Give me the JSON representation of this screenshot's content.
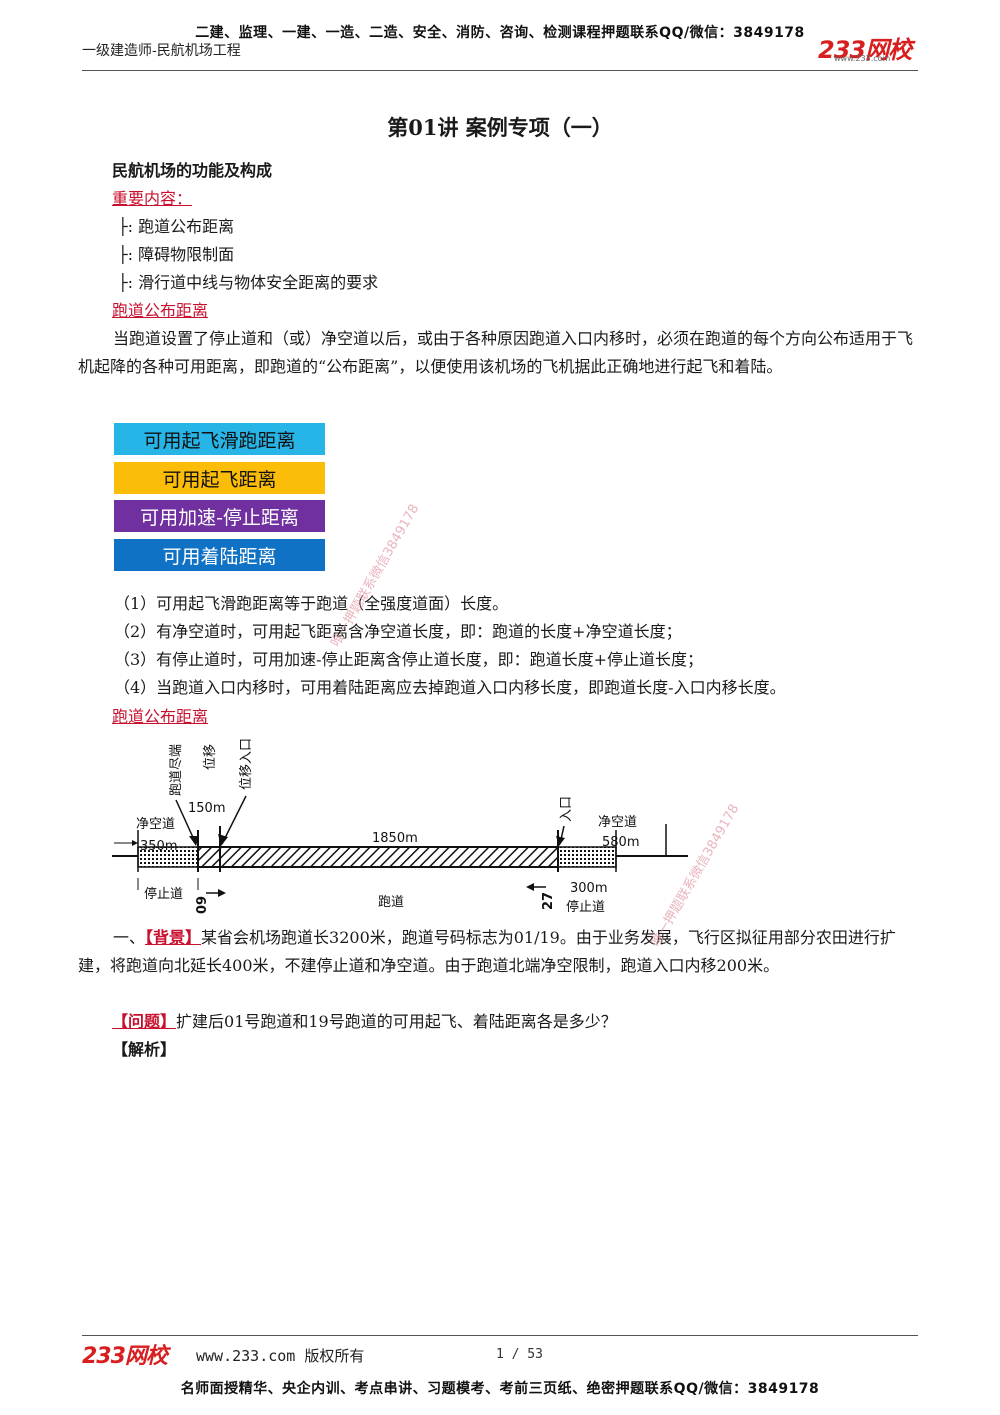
{
  "header": {
    "banner": "二建、监理、一建、一造、二造、安全、消防、咨询、检测课程押题联系QQ/微信：3849178",
    "subject": "一级建造师-民航机场工程",
    "logo_text": "233网校",
    "logo_url": "www.233.com"
  },
  "lecture_title": "第01讲 案例专项（一）",
  "section_heading": "民航机场的功能及构成",
  "key_label": "重要内容：",
  "bullets": [
    {
      "marker": "├:",
      "text": "跑道公布距离"
    },
    {
      "marker": "├:",
      "text": "障碍物限制面"
    },
    {
      "marker": "├:",
      "text": "滑行道中线与物体安全距离的要求"
    }
  ],
  "subheading1": "跑道公布距离",
  "intro_paragraph": "当跑道设置了停止道和（或）净空道以后，或由于各种原因跑道入口内移时，必须在跑道的每个方向公布适用于飞机起降的各种可用距离，即跑道的“公布距离”，以便使用该机场的飞机据此正确地进行起飞和着陆。",
  "distance_bars": [
    {
      "label": "可用起飞滑跑距离",
      "color": "#27b4e7"
    },
    {
      "label": "可用起飞距离",
      "color": "#fbbd08"
    },
    {
      "label": "可用加速-停止距离",
      "color": "#7030a0"
    },
    {
      "label": "可用着陆距离",
      "color": "#0f72c4"
    }
  ],
  "definitions": [
    "（1）可用起飞滑跑距离等于跑道（全强度道面）长度。",
    "（2）有净空道时，可用起飞距离含净空道长度，即：跑道的长度+净空道长度；",
    "（3）有停止道时，可用加速-停止距离含停止道长度，即：跑道长度+停止道长度；",
    "（4）当跑道入口内移时，可用着陆距离应去掉跑道入口内移长度，即跑道长度-入口内移长度。"
  ],
  "subheading2": "跑道公布距离",
  "diagram": {
    "label_runway_end": "跑道尽端",
    "label_displacement": "位移",
    "label_displaced_threshold": "位移入口",
    "label_150": "150m",
    "label_clearway_left": "净空道",
    "label_350": "350m",
    "label_1850": "1850m",
    "label_threshold": "入口",
    "label_clearway_right": "净空道",
    "label_580": "580m",
    "label_stopway_left": "停止道",
    "label_60": "60",
    "label_runway": "跑道",
    "label_27": "27",
    "label_300": "300m",
    "label_stopway_right": "停止道"
  },
  "case": {
    "prefix": "一、",
    "bg_tag": "【背景】",
    "bg_text": "某省会机场跑道长3200米，跑道号码标志为01/19。由于业务发展，飞行区拟征用部分农田进行扩建，将跑道向北延长400米，不建停止道和净空道。由于跑道北端净空限制，跑道入口内移200米。",
    "q_tag": "【问题】",
    "q_text": "扩建后01号跑道和19号跑道的可用起飞、着陆距离各是多少？",
    "analysis_tag": "【解析】"
  },
  "watermark": "唯一押题联系微信3849178",
  "footer": {
    "logo_text": "233网校",
    "site": "www.233.com 版权所有",
    "page": "1 / 53",
    "banner": "名师面授精华、央企内训、考点串讲、习题模考、考前三页纸、绝密押题联系QQ/微信：3849178"
  }
}
